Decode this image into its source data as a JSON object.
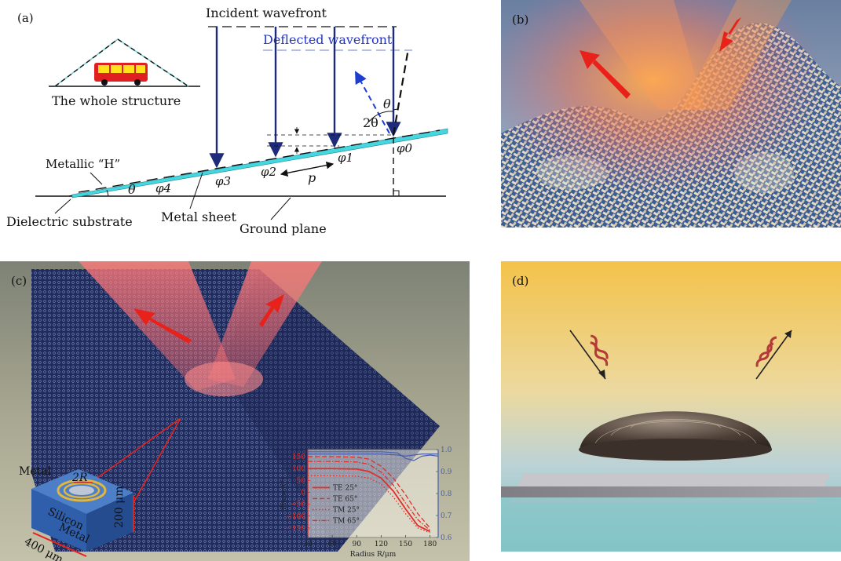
{
  "panel_a": {
    "label": "(a)",
    "incident_wavefront": "Incident wavefront",
    "deflected_wavefront": "Deflected wavefront",
    "whole_structure": "The whole structure",
    "metallic_h": "Metallic “H”",
    "dielectric_substrate": "Dielectric substrate",
    "metal_sheet": "Metal sheet",
    "ground_plane": "Ground plane",
    "theta": "θ",
    "two_theta": "2θ",
    "p": "p",
    "phi0": "φ0",
    "phi1": "φ1",
    "phi2": "φ2",
    "phi3": "φ3",
    "phi4": "φ4"
  },
  "panel_b": {
    "label": "(b)"
  },
  "panel_c": {
    "label": "(c)",
    "metal_top": "Metal",
    "radius_label": "2R",
    "silicon": "Silicon",
    "metal_bottom": "Metal",
    "height_label": "200 μm",
    "width_label": "400 μm"
  },
  "panel_d": {
    "label": "(d)"
  },
  "chart_data": {
    "type": "line",
    "xlabel": "Radius R/μm",
    "ylabel": "Phase/(°)",
    "x_ticks": [
      "30",
      "60",
      "90",
      "120",
      "150",
      "180"
    ],
    "y_ticks": [
      "150",
      "100",
      "50",
      "0",
      "−50",
      "−100",
      "−150"
    ],
    "y2_ticks": [
      "1.0",
      "0.9",
      "0.8",
      "0.7",
      "0.6"
    ],
    "xlim": [
      30,
      190
    ],
    "ylim": [
      -190,
      180
    ],
    "y2lim": [
      0.6,
      1.0
    ],
    "legend_position": "bottom-left",
    "series": [
      {
        "name": "TE 25°",
        "style": "solid",
        "x": [
          30,
          60,
          90,
          105,
          120,
          135,
          150,
          165,
          180
        ],
        "y": [
          100,
          100,
          98,
          88,
          60,
          5,
          -70,
          -140,
          -165
        ]
      },
      {
        "name": "TE 65°",
        "style": "dashed",
        "x": [
          30,
          60,
          90,
          105,
          120,
          135,
          150,
          165,
          180
        ],
        "y": [
          150,
          150,
          148,
          140,
          110,
          60,
          -10,
          -90,
          -150
        ]
      },
      {
        "name": "TM 25°",
        "style": "dotted",
        "x": [
          30,
          60,
          90,
          105,
          120,
          135,
          150,
          165,
          180
        ],
        "y": [
          70,
          70,
          68,
          60,
          35,
          -20,
          -90,
          -150,
          -170
        ]
      },
      {
        "name": "TM 65°",
        "style": "dashdot",
        "x": [
          30,
          60,
          90,
          105,
          120,
          135,
          150,
          165,
          180
        ],
        "y": [
          130,
          130,
          128,
          118,
          85,
          30,
          -45,
          -115,
          -160
        ]
      }
    ],
    "amplitude_series": [
      {
        "x": [
          30,
          60,
          90,
          120,
          140,
          150,
          160,
          170,
          180,
          190
        ],
        "y": [
          0.99,
          0.99,
          0.99,
          0.99,
          0.985,
          0.96,
          0.95,
          0.97,
          0.975,
          0.97
        ]
      },
      {
        "x": [
          30,
          60,
          90,
          120,
          140,
          150,
          160,
          170,
          180,
          190
        ],
        "y": [
          0.98,
          0.98,
          0.98,
          0.98,
          0.975,
          0.97,
          0.975,
          0.98,
          0.98,
          0.98
        ]
      }
    ],
    "colors": {
      "phase": "#e0302a",
      "amplitude": "#4a5fa8"
    }
  }
}
